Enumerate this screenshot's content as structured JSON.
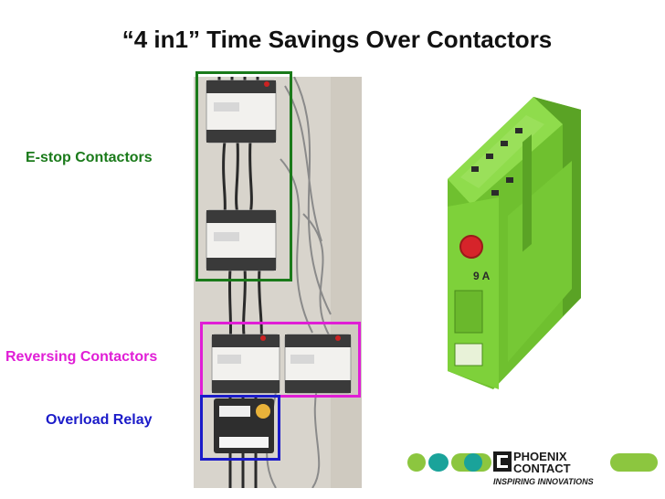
{
  "slide": {
    "title": "“4 in1” Time Savings Over Contactors",
    "labels": {
      "estop": "E-stop Contactors",
      "reversing": "Reversing Contactors",
      "overload": "Overload Relay"
    },
    "device": {
      "rating": "9 A",
      "brand_line1": "PHOENIX",
      "brand_line2": "CONTACT",
      "tagline": "INSPIRING INNOVATIONS"
    }
  },
  "colors": {
    "estop": "#1a7a1a",
    "reversing": "#e01ed6",
    "overload": "#1b1bc9",
    "module_green": "#7ed13a",
    "logo_teal": "#1aa39a",
    "logo_green": "#8cc63f"
  }
}
